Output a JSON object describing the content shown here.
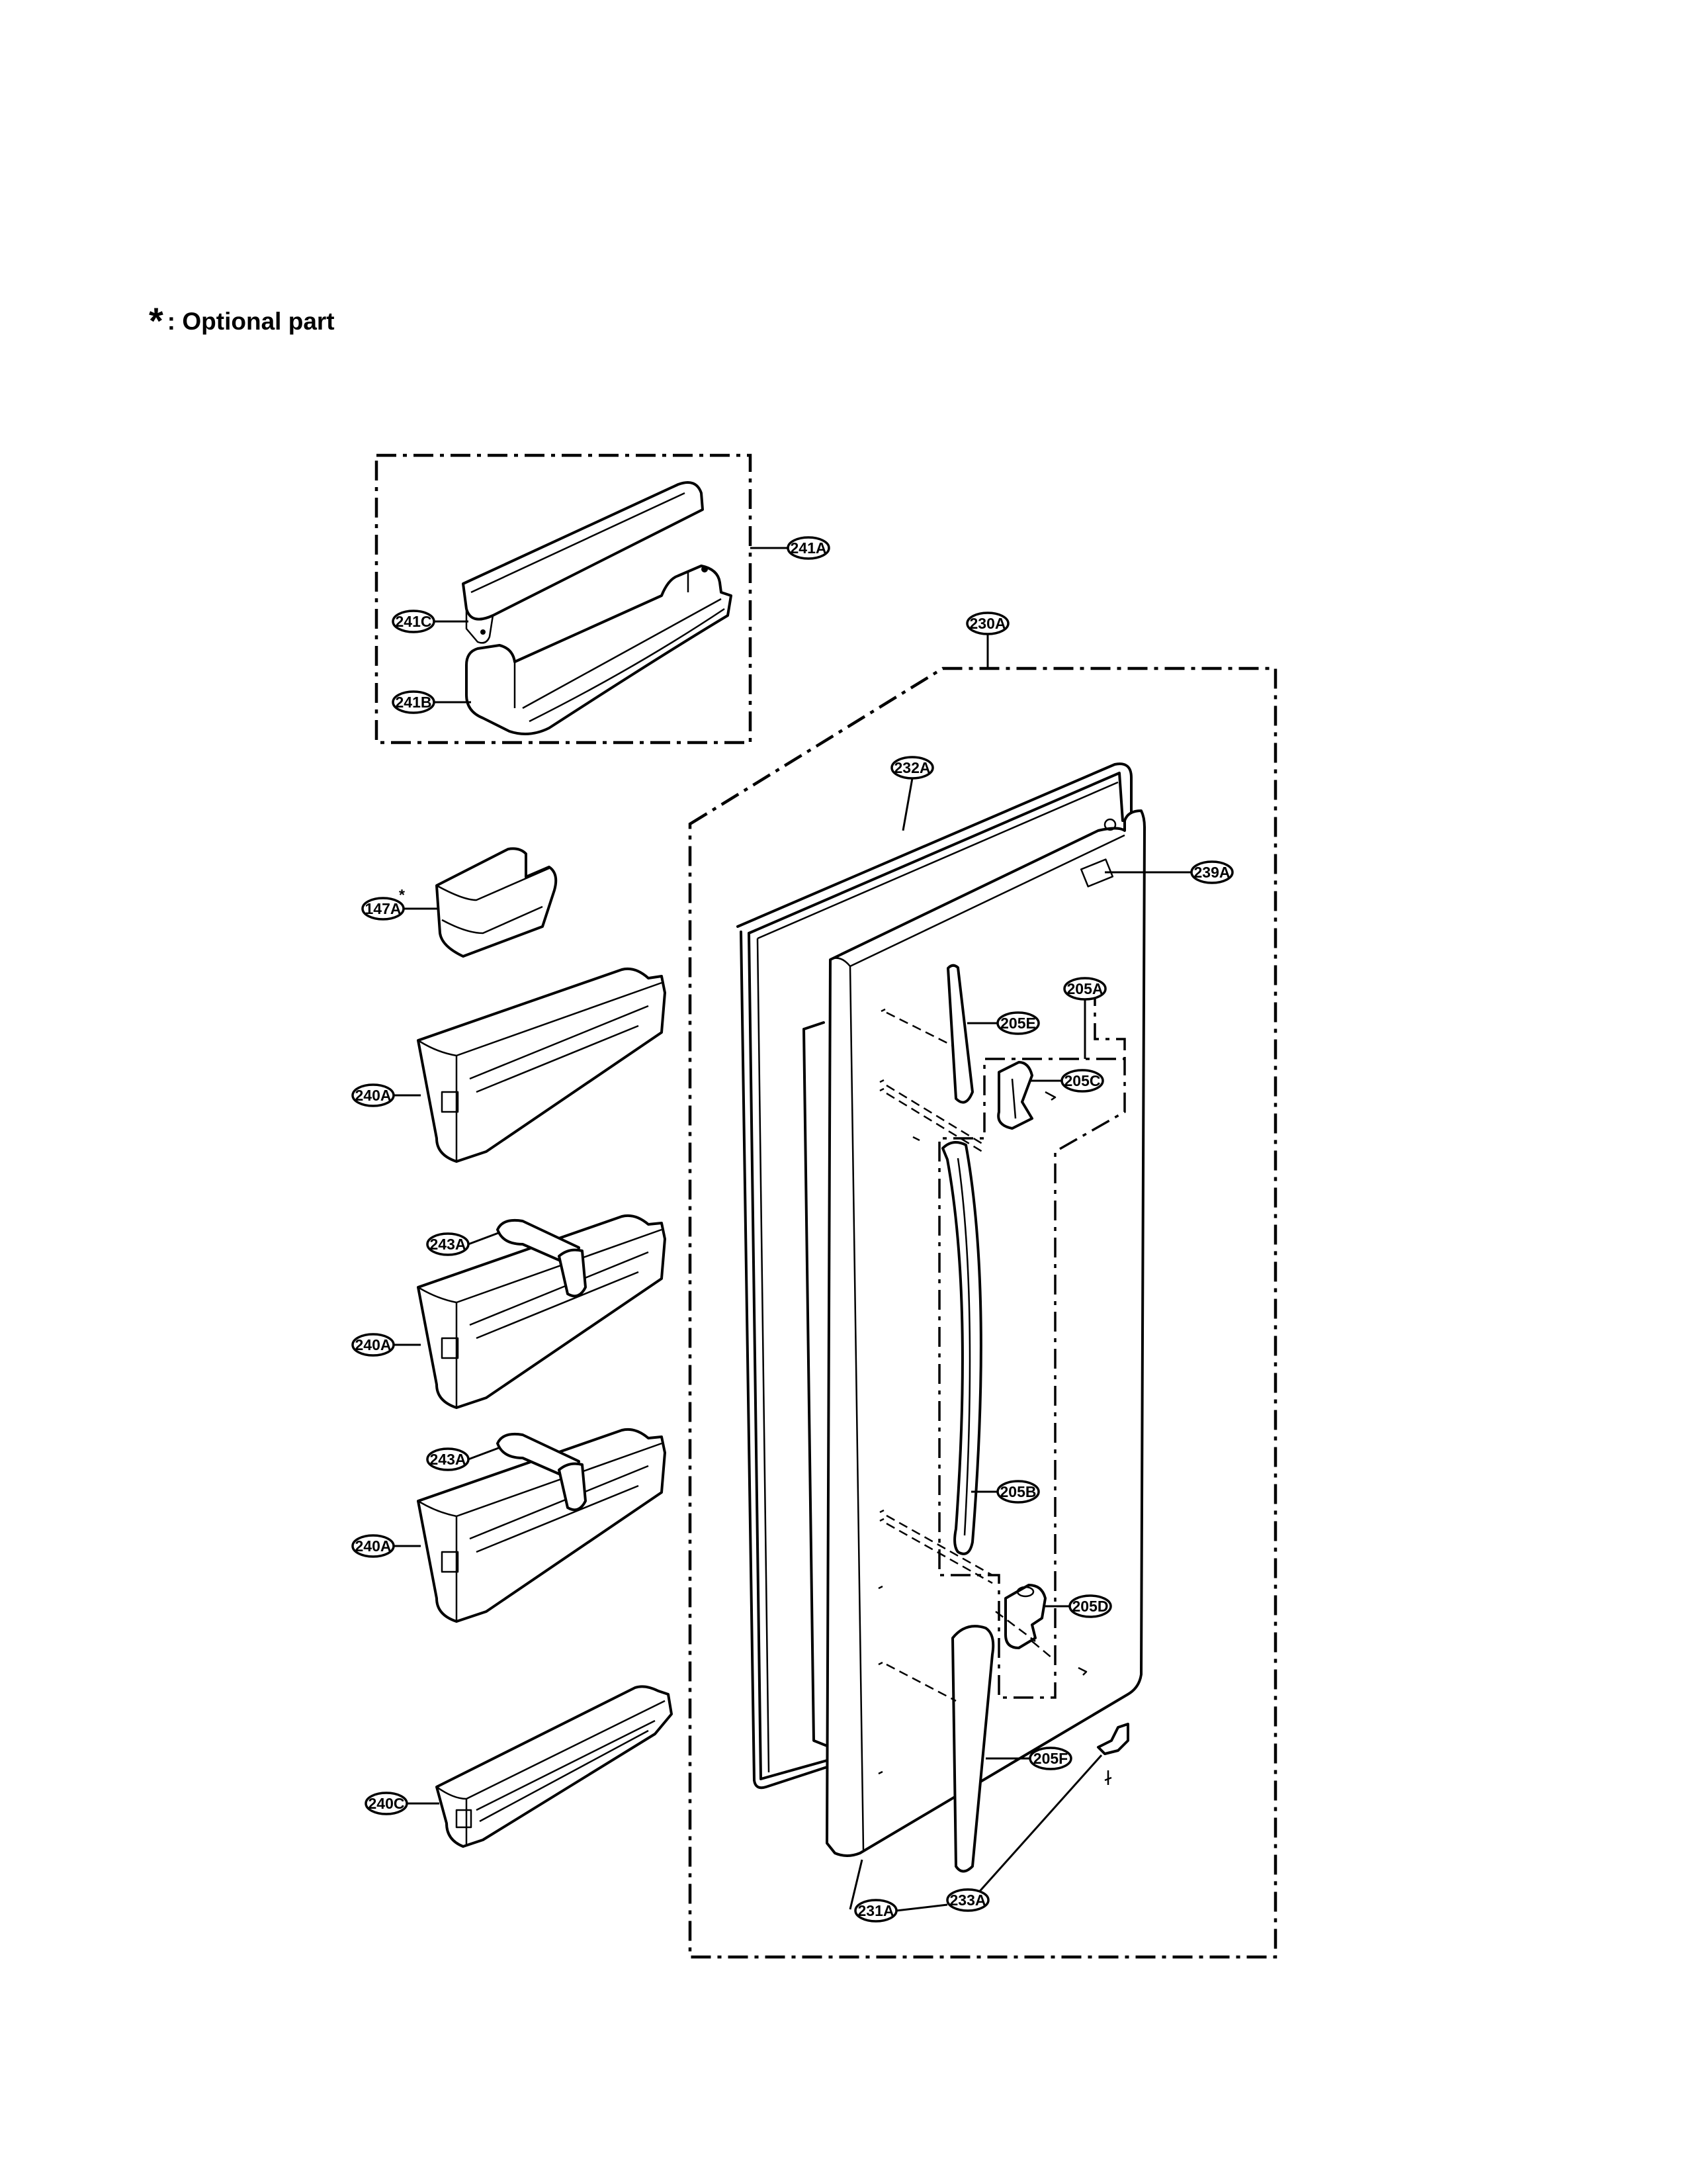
{
  "legend": {
    "symbol": "*",
    "text": ": Optional part"
  },
  "callouts": {
    "c241A": "241A",
    "c241C": "241C",
    "c241B": "241B",
    "c230A": "230A",
    "c232A": "232A",
    "c239A": "239A",
    "c147A": "147A",
    "c147A_mark": "*",
    "c205A": "205A",
    "c205E": "205E",
    "c205C": "205C",
    "c240A_1": "240A",
    "c243A_1": "243A",
    "c240A_2": "240A",
    "c243A_2": "243A",
    "c240A_3": "240A",
    "c205B": "205B",
    "c205D": "205D",
    "c205F": "205F",
    "c240C": "240C",
    "c231A": "231A",
    "c233A": "233A"
  }
}
